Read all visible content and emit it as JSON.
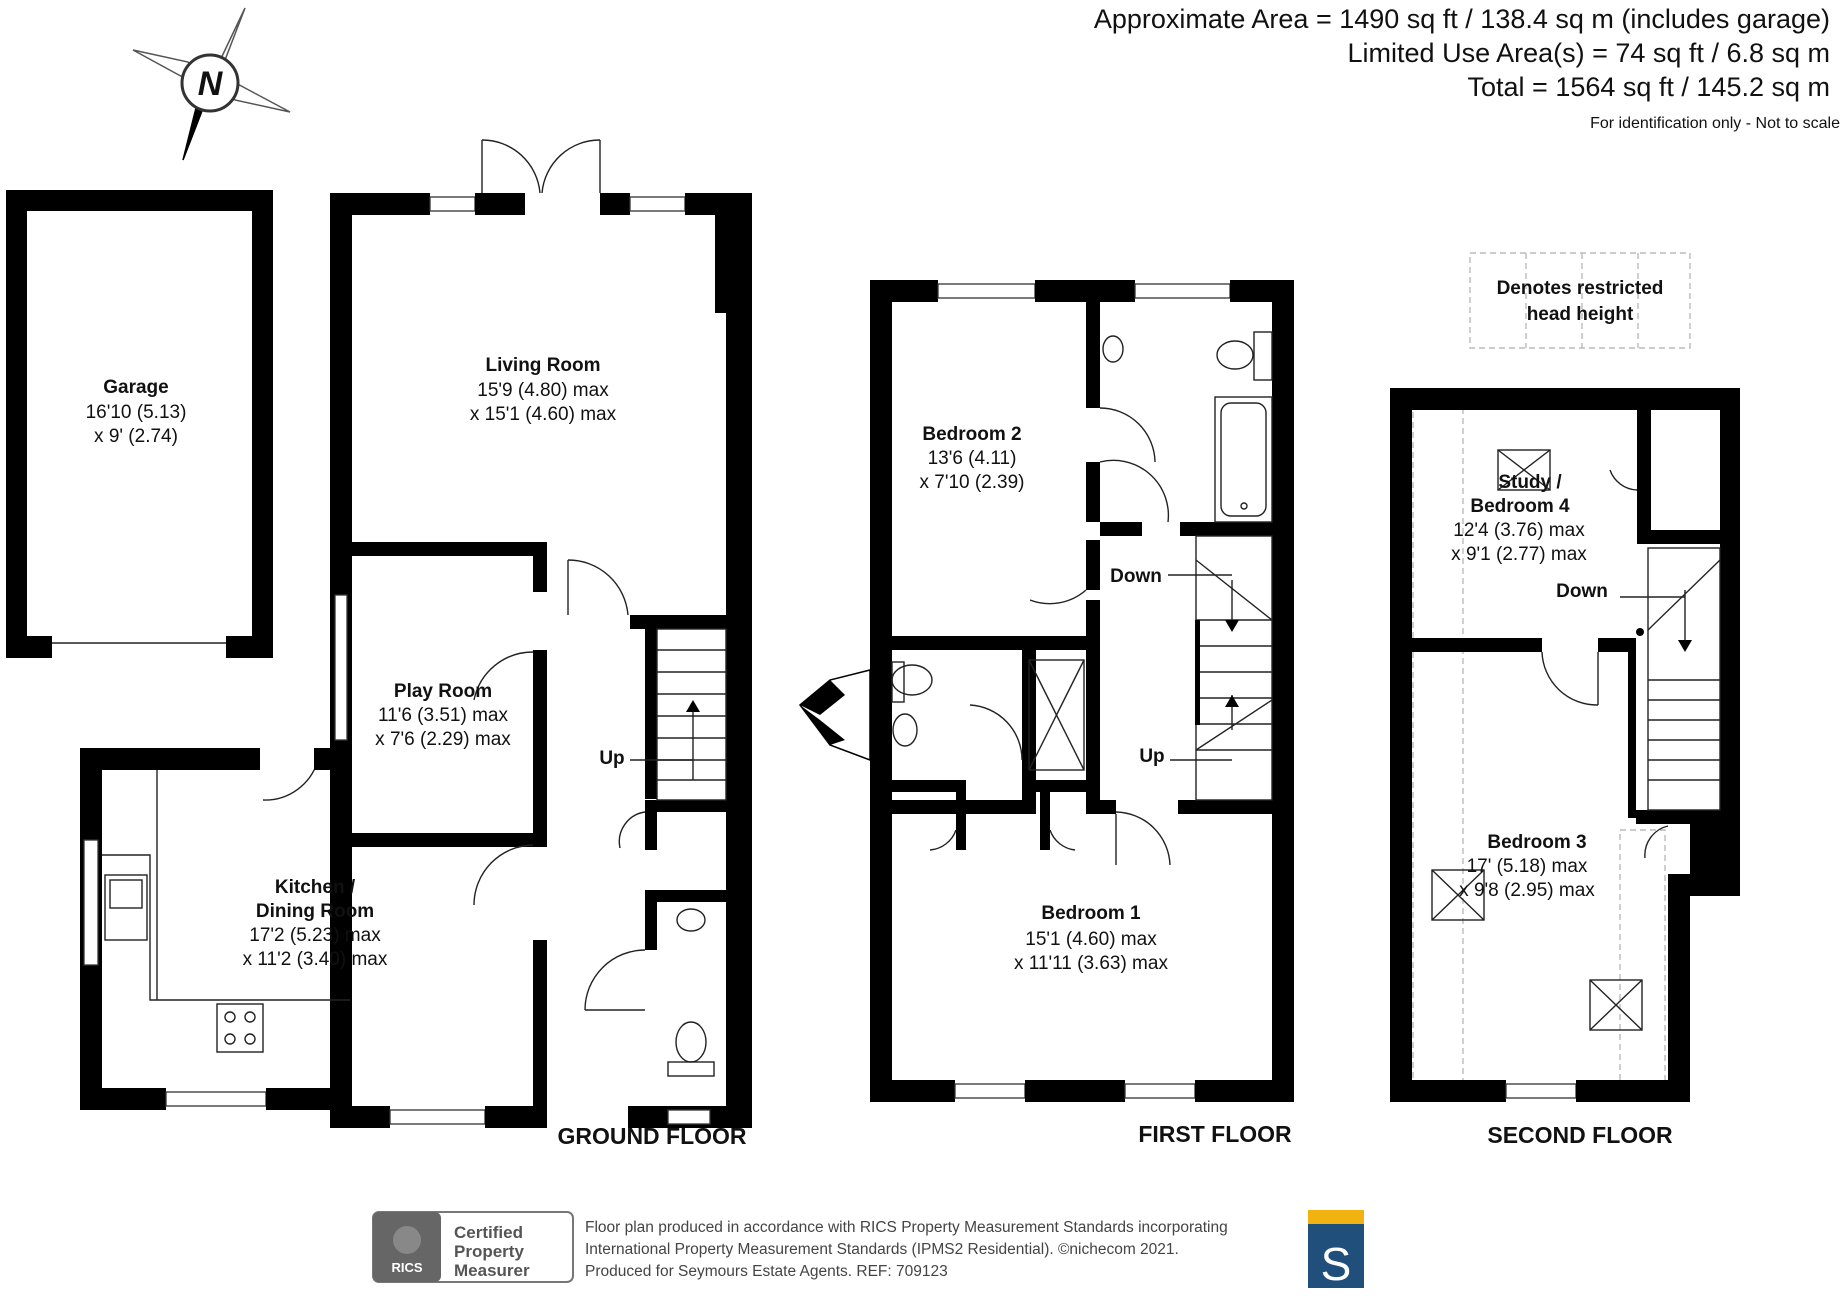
{
  "areas": {
    "approximate": "Approximate Area = 1490 sq ft / 138.4 sq m (includes garage)",
    "limited_use": "Limited Use Area(s) = 74 sq ft / 6.8 sq m",
    "total": "Total = 1564 sq ft / 145.2 sq m",
    "disclaimer": "For identification only - Not to scale"
  },
  "compass": {
    "label": "N"
  },
  "legend": {
    "line1": "Denotes restricted",
    "line2": "head height"
  },
  "ground_floor": {
    "label": "GROUND FLOOR",
    "garage": {
      "name": "Garage",
      "dim1": "16'10 (5.13)",
      "dim2": "x 9' (2.74)"
    },
    "living_room": {
      "name": "Living Room",
      "dim1": "15'9 (4.80) max",
      "dim2": "x 15'1 (4.60) max"
    },
    "play_room": {
      "name": "Play Room",
      "dim1": "11'6 (3.51) max",
      "dim2": "x 7'6 (2.29) max"
    },
    "kitchen": {
      "name1": "Kitchen /",
      "name2": "Dining Room",
      "dim1": "17'2 (5.23) max",
      "dim2": "x 11'2 (3.40) max"
    },
    "stairs_label": "Up"
  },
  "first_floor": {
    "label": "FIRST FLOOR",
    "bedroom2": {
      "name": "Bedroom 2",
      "dim1": "13'6 (4.11)",
      "dim2": "x 7'10 (2.39)"
    },
    "bedroom1": {
      "name": "Bedroom 1",
      "dim1": "15'1 (4.60) max",
      "dim2": "x 11'11 (3.63) max"
    },
    "down_label": "Down",
    "up_label": "Up"
  },
  "second_floor": {
    "label": "SECOND FLOOR",
    "study": {
      "name1": "Study /",
      "name2": "Bedroom 4",
      "dim1": "12'4 (3.76) max",
      "dim2": "x 9'1 (2.77) max"
    },
    "bedroom3": {
      "name": "Bedroom 3",
      "dim1": "17' (5.18) max",
      "dim2": "x 9'8 (2.95) max"
    },
    "down_label": "Down"
  },
  "footer": {
    "badge_logo": "RICS",
    "badge_line1": "Certified",
    "badge_line2": "Property",
    "badge_line3": "Measurer",
    "line1": "Floor plan produced in accordance with RICS Property Measurement Standards incorporating",
    "line2": "International Property Measurement Standards (IPMS2 Residential).  ©nichecom 2021.",
    "line3": "Produced for Seymours Estate Agents.   REF:  709123",
    "agent_logo": "S"
  },
  "colors": {
    "wall": "#000000",
    "agent_logo_bg": "#1f4f7a",
    "agent_logo_accent": "#f2b20f"
  }
}
